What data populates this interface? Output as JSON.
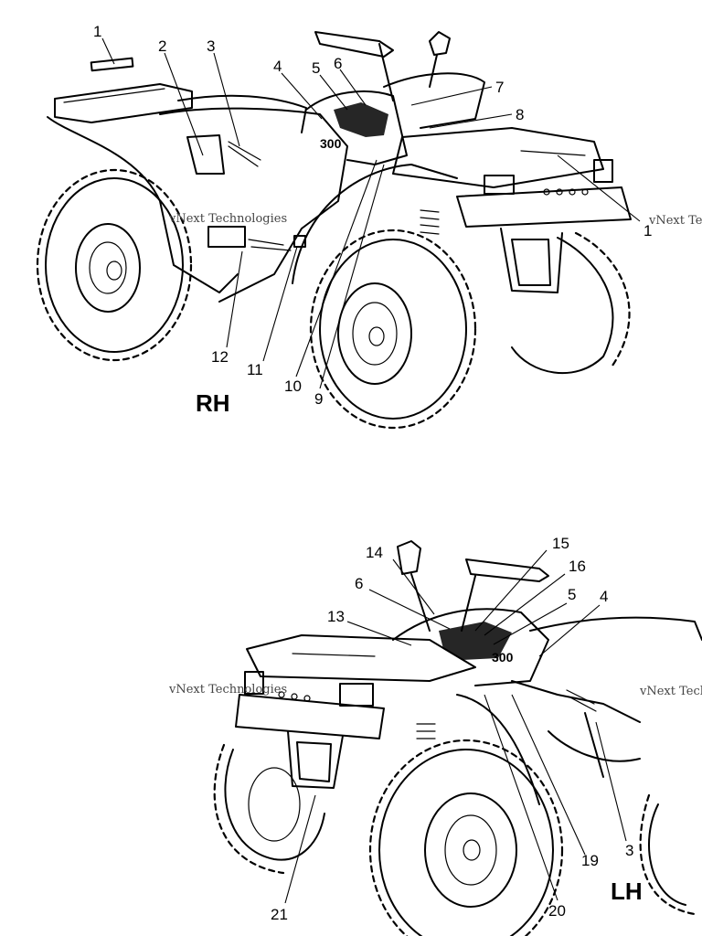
{
  "views": [
    {
      "label": "RH",
      "callouts": [
        "1",
        "2",
        "3",
        "4",
        "5",
        "6",
        "7",
        "8",
        "1",
        "9",
        "10",
        "11",
        "12"
      ]
    },
    {
      "label": "LH",
      "callouts": [
        "15",
        "14",
        "16",
        "6",
        "5",
        "4",
        "13",
        "3",
        "19",
        "20",
        "21"
      ]
    }
  ],
  "watermark": "vNext Technologies"
}
